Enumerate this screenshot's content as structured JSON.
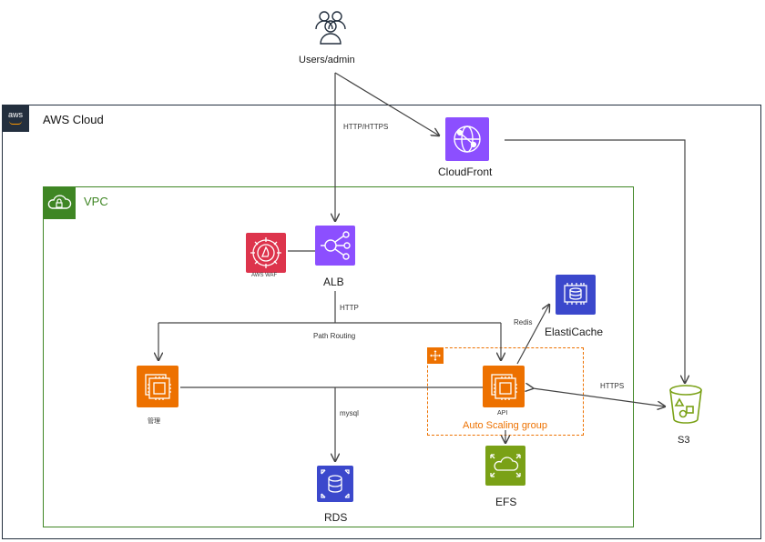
{
  "users": {
    "label": "Users/admin"
  },
  "aws_cloud": {
    "label": "AWS Cloud",
    "logo_text": "aws"
  },
  "vpc": {
    "label": "VPC"
  },
  "edges": {
    "http_https": "HTTP/HTTPS",
    "http": "HTTP",
    "path_routing": "Path Routing",
    "mysql": "mysql",
    "redis": "Redis",
    "https": "HTTPS"
  },
  "nodes": {
    "cloudfront": {
      "label": "CloudFront",
      "icon": "cloudfront-icon",
      "color": "#8C4FFF"
    },
    "waf": {
      "label": "AWS WAF",
      "icon": "waf-icon",
      "color": "#DD344C"
    },
    "alb": {
      "label": "ALB",
      "icon": "alb-icon",
      "color": "#8C4FFF"
    },
    "elasticache": {
      "label": "ElastiCache",
      "icon": "elasticache-icon",
      "color": "#3B48CC"
    },
    "ec2_left": {
      "label": "管理",
      "icon": "ec2-icon",
      "color": "#ED7100"
    },
    "ec2_api": {
      "label": "API",
      "icon": "ec2-icon",
      "color": "#ED7100"
    },
    "asg": {
      "label": "Auto Scaling group",
      "color": "#ED7100"
    },
    "efs": {
      "label": "EFS",
      "icon": "efs-icon",
      "color": "#7AA116"
    },
    "rds": {
      "label": "RDS",
      "icon": "rds-icon",
      "color": "#3B48CC"
    },
    "s3": {
      "label": "S3",
      "icon": "s3-bucket-icon",
      "color": "#7AA116"
    }
  },
  "colors": {
    "vpc_border": "#3F8624",
    "cloud_border": "#232F3E",
    "line": "#444444"
  }
}
